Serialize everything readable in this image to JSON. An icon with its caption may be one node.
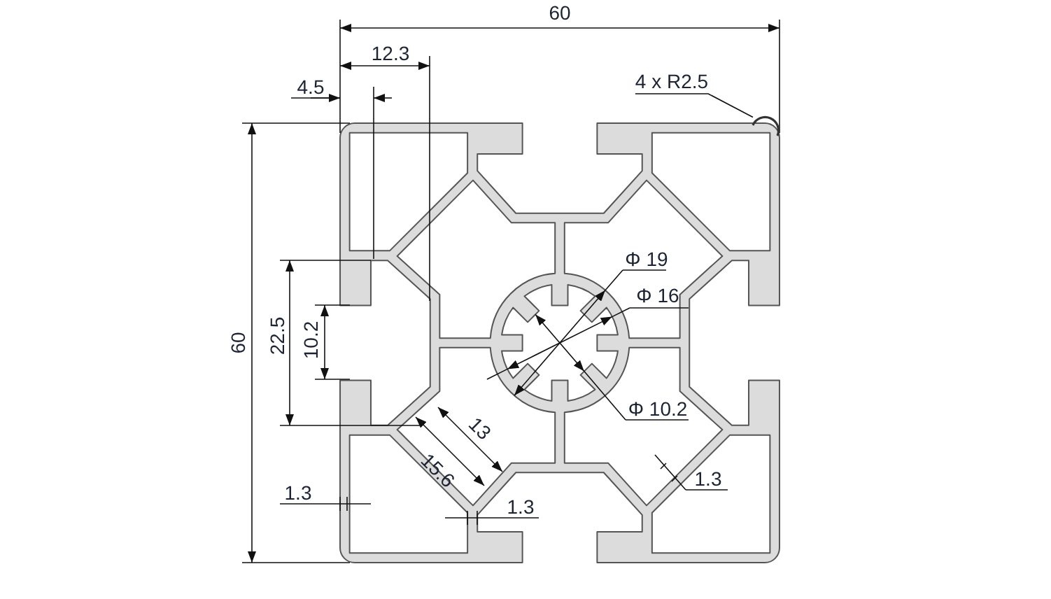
{
  "diagram": {
    "nodes": [
      {
        "text": [
          "4 x R2.5"
        ]
      },
      {
        "text": [],
        "shape": "arc"
      }
    ],
    "edges": [
      {
        "from": 0,
        "to": 1,
        "arrow": "none"
      }
    ],
    "labels": [
      "60",
      "12.3",
      "4.5",
      "Φ 19",
      "Φ 16",
      "60",
      "22.5",
      "10.2",
      "Φ 10.2",
      "13",
      "15.6",
      "1.3",
      "1.3",
      "1.3"
    ]
  }
}
